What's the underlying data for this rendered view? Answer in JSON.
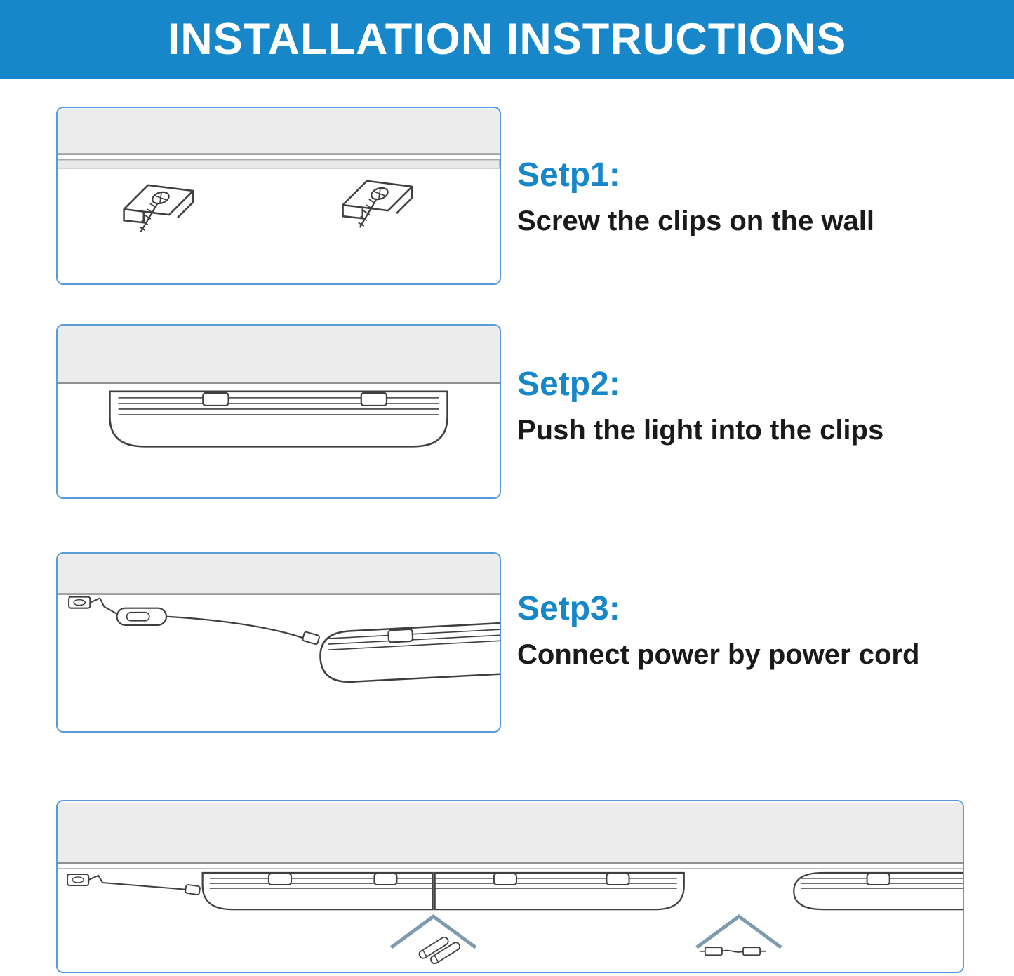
{
  "header": {
    "title": "INSTALLATION INSTRUCTIONS"
  },
  "steps": [
    {
      "title": "Setp1:",
      "description": "Screw the clips on the wall",
      "diagram": "clips-screwed-on-wall-diagram"
    },
    {
      "title": "Setp2:",
      "description": "Push the light into the clips",
      "diagram": "light-pushed-into-clips-diagram"
    },
    {
      "title": "Setp3:",
      "description": "Connect power by power cord",
      "diagram": "power-cord-connection-diagram"
    }
  ],
  "bottom": {
    "diagram": "linked-lights-series-connection-diagram",
    "callouts": [
      "pin-connector-pair",
      "extension-cable-connector"
    ]
  },
  "colors": {
    "header_background": "#1787c9",
    "header_text": "#ffffff",
    "step_title": "#1787c9",
    "panel_border": "#5b9bd5",
    "wall_fill": "#ececec",
    "diagram_line": "#3f3f3f",
    "chevron": "#7e9aae"
  }
}
